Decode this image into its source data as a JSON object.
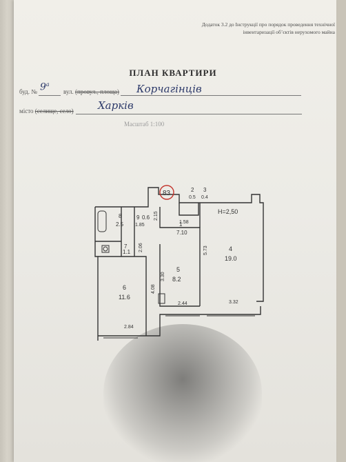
{
  "document": {
    "appendix_line1": "Додаток 3.2 до Інструкції про порядок проведення технічної",
    "appendix_line2": "інвентаризації об’єктів нерухомого майна",
    "title": "ПЛАН КВАРТИРИ",
    "building_label_prefix": "буд. №",
    "building_number": "9",
    "building_number_sup": "а",
    "street_label": "вул.",
    "street_struck": "(провул., площа)",
    "street_value": "Корчагінців",
    "city_label": "місто",
    "city_struck": "(селище, село)",
    "city_value": "Харків",
    "scale": "Масштаб 1:100"
  },
  "floor_plan": {
    "circle_number": "83",
    "height_note": "Н=2,50",
    "rooms": [
      {
        "num": "1",
        "area": "7.10"
      },
      {
        "num": "2",
        "area": "0.5"
      },
      {
        "num": "3",
        "area": "0.4"
      },
      {
        "num": "4",
        "area": "19.0"
      },
      {
        "num": "5",
        "area": "8.2"
      },
      {
        "num": "6",
        "area": "11.6"
      },
      {
        "num": "7",
        "area": "1.1"
      },
      {
        "num": "8",
        "area": "2.5"
      },
      {
        "num": "9",
        "area": "0.6"
      }
    ],
    "dims": [
      "2.15",
      "1.85",
      "1.58",
      "2.06",
      "5.73",
      "3.30",
      "4.08",
      "2.44",
      "3.32",
      "2.84"
    ]
  }
}
